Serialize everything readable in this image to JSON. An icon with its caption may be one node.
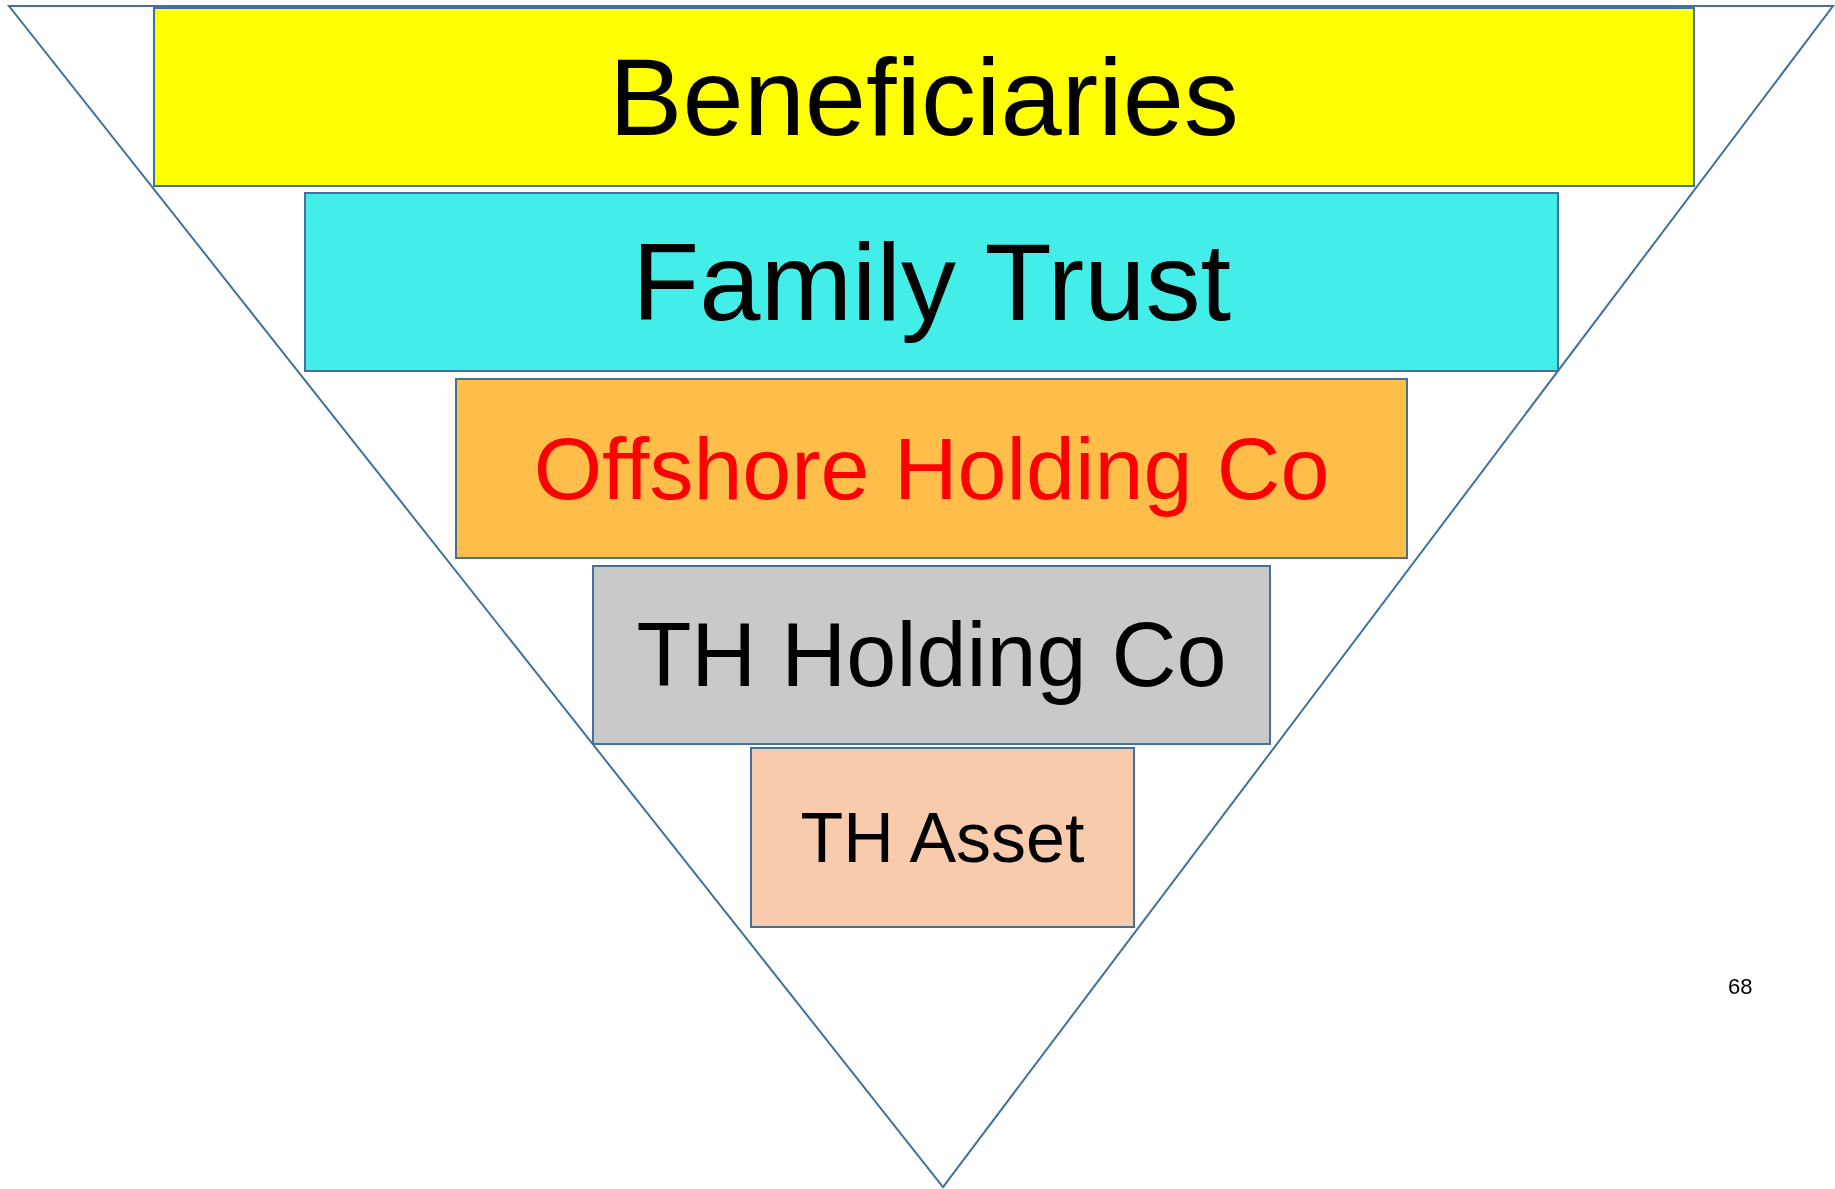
{
  "diagram": {
    "nodes": [
      {
        "text": [
          "Beneficiaries"
        ]
      },
      {
        "text": [
          "Family Trust"
        ]
      },
      {
        "text": [
          "Offshore Holding Co"
        ]
      },
      {
        "text": [
          "TH Holding Co"
        ]
      },
      {
        "text": [
          "TH Asset"
        ]
      }
    ],
    "labels": [
      "68"
    ]
  }
}
